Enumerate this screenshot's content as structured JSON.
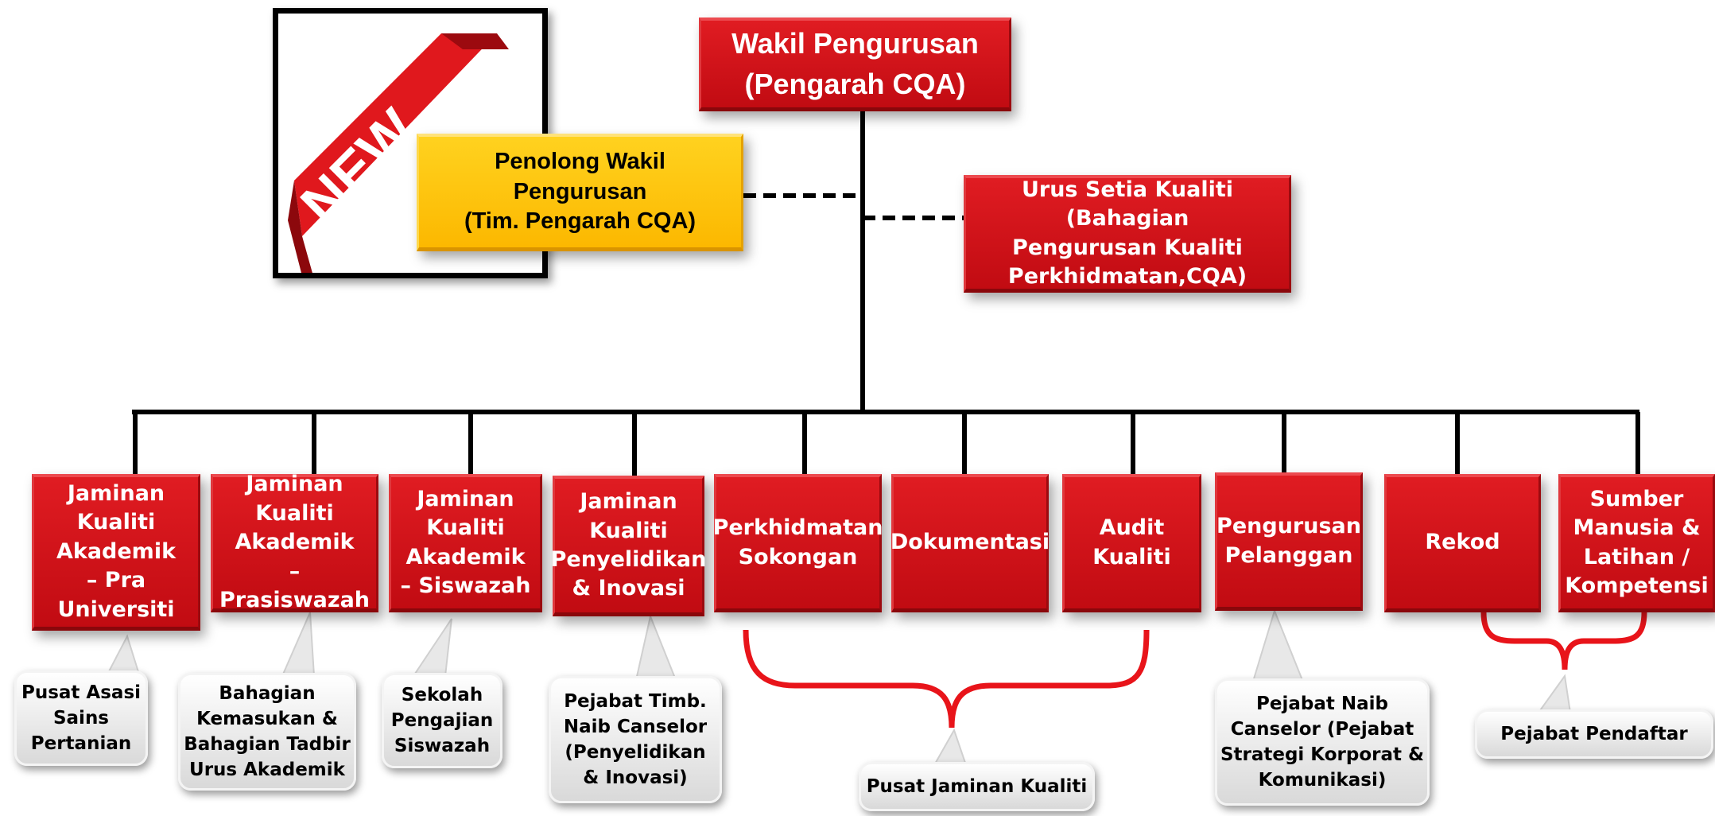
{
  "new_badge": {
    "text": "NEW"
  },
  "top": {
    "label": "Wakil Pengurusan\n(Pengarah CQA)"
  },
  "assistant": {
    "label": "Penolong Wakil\nPengurusan\n(Tim. Pengarah CQA)"
  },
  "secretariat": {
    "label": "Urus Setia Kualiti (Bahagian\nPengurusan Kualiti\nPerkhidmatan,CQA)"
  },
  "units": [
    {
      "label": "Jaminan\nKualiti\nAkademik\n– Pra\nUniversiti"
    },
    {
      "label": "Jaminan\nKualiti\nAkademik\n– Prasiswazah"
    },
    {
      "label": "Jaminan\nKualiti\nAkademik\n– Siswazah"
    },
    {
      "label": "Jaminan\nKualiti\nPenyelidikan\n& Inovasi"
    },
    {
      "label": "Perkhidmatan\nSokongan"
    },
    {
      "label": "Dokumentasi"
    },
    {
      "label": "Audit\nKualiti"
    },
    {
      "label": "Pengurusan\nPelanggan"
    },
    {
      "label": "Rekod"
    },
    {
      "label": "Sumber\nManusia &\nLatihan /\nKompetensi"
    }
  ],
  "owners": [
    {
      "label": "Pusat Asasi\nSains\nPertanian"
    },
    {
      "label": "Bahagian\nKemasukan &\nBahagian Tadbir\nUrus Akademik"
    },
    {
      "label": "Sekolah\nPengajian\nSiswazah"
    },
    {
      "label": "Pejabat Timb.\nNaib Canselor\n(Penyelidikan\n& Inovasi)"
    },
    {
      "label": "Pusat Jaminan Kualiti"
    },
    {
      "label": "Pejabat Naib\nCanselor (Pejabat\nStrategi Korporat &\nKomunikasi)"
    },
    {
      "label": "Pejabat Pendaftar"
    }
  ],
  "colors": {
    "red": "#d3141a",
    "yellow": "#fcc200",
    "line": "#000000",
    "bracket": "#e8141a"
  }
}
